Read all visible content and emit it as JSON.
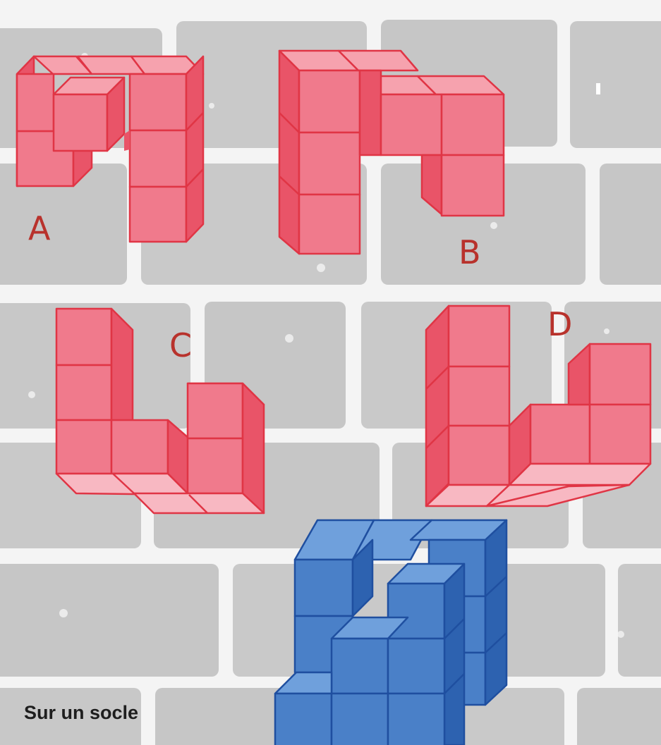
{
  "pieces": [
    {
      "label": "A",
      "color": "#f07a8c"
    },
    {
      "label": "B",
      "color": "#f07a8c"
    },
    {
      "label": "C",
      "color": "#f07a8c"
    },
    {
      "label": "D",
      "color": "#f07a8c"
    }
  ],
  "target_shape": {
    "color": "#4a80c8"
  },
  "background": "brick-wall",
  "caption": "Sur un socle"
}
